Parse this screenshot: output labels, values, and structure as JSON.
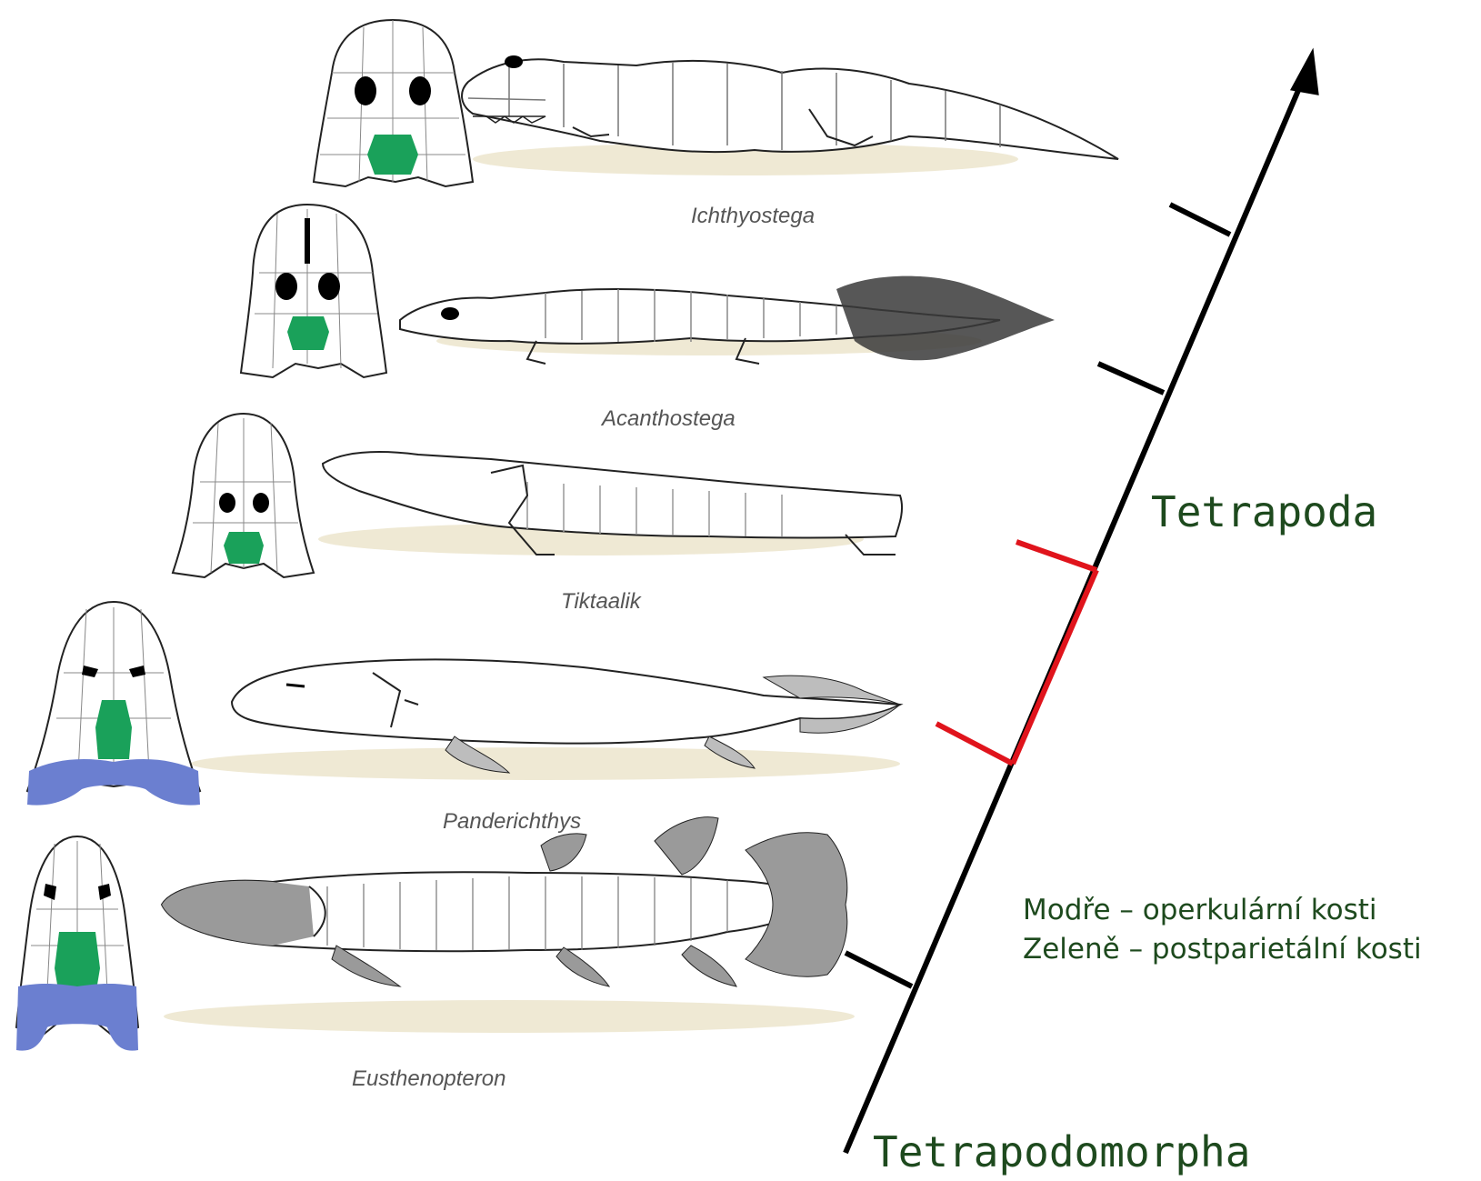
{
  "species": [
    {
      "name": "Ichthyostega"
    },
    {
      "name": "Acanthostega"
    },
    {
      "name": "Tiktaalik"
    },
    {
      "name": "Panderichthys"
    },
    {
      "name": "Eusthenopteron"
    }
  ],
  "clades": {
    "upper": "Tetrapoda",
    "lower": "Tetrapodomorpha"
  },
  "legend": {
    "blue": "Modře – operkulární kosti",
    "green": "Zeleně – postparietální kosti"
  },
  "colors": {
    "postparietal": "#1aa15a",
    "opercular": "#6b7fd0",
    "stem": "#000000",
    "highlight_branch": "#e0141c",
    "text": "#1e4a1e",
    "ground": "#efe9d4"
  }
}
